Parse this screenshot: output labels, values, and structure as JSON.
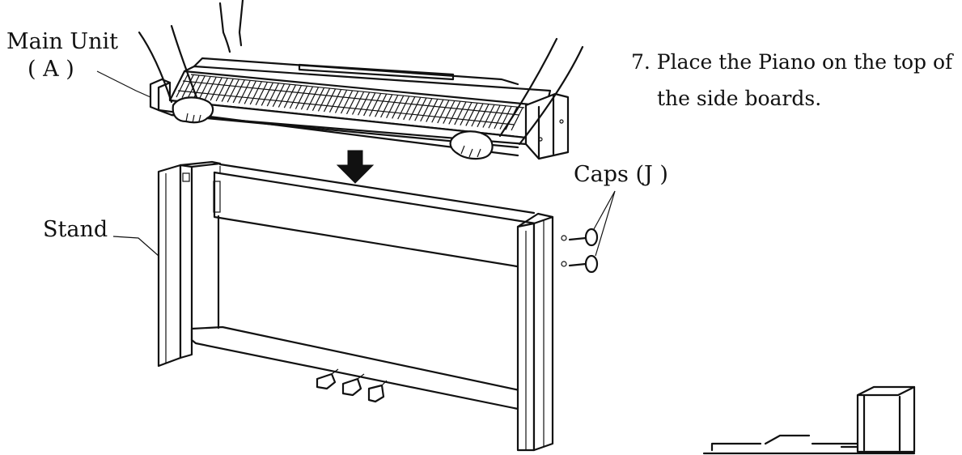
{
  "labels": {
    "main_unit": "Main Unit",
    "main_unit_code": "( A )",
    "stand": "Stand",
    "caps": "Caps (J )"
  },
  "instruction": {
    "step_line1": "7. Place the Piano on the top of",
    "step_line2": "the side boards."
  }
}
